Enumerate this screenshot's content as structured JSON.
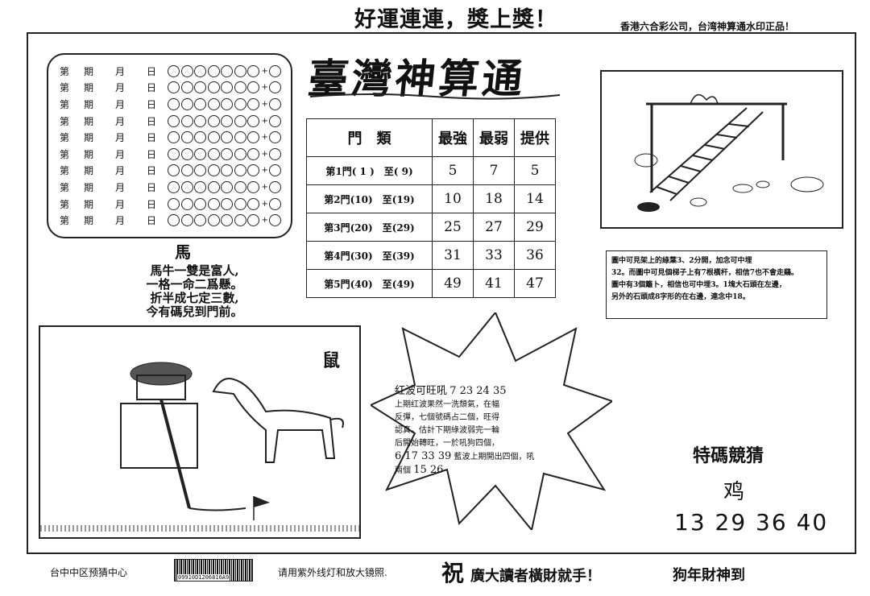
{
  "header": {
    "headline": "好運連連，獎上獎！",
    "note": "香港六合彩公司，台湾神算通水印正品！"
  },
  "title": "臺灣神算通",
  "schedule": {
    "rows": [
      {
        "a": "第",
        "b": "期",
        "c": "月",
        "d": "日"
      },
      {
        "a": "第",
        "b": "期",
        "c": "月",
        "d": "日"
      },
      {
        "a": "第",
        "b": "期",
        "c": "月",
        "d": "日"
      },
      {
        "a": "第",
        "b": "期",
        "c": "月",
        "d": "日"
      },
      {
        "a": "第",
        "b": "期",
        "c": "月",
        "d": "日"
      },
      {
        "a": "第",
        "b": "期",
        "c": "月",
        "d": "日"
      },
      {
        "a": "第",
        "b": "期",
        "c": "月",
        "d": "日"
      },
      {
        "a": "第",
        "b": "期",
        "c": "月",
        "d": "日"
      },
      {
        "a": "第",
        "b": "期",
        "c": "月",
        "d": "日"
      },
      {
        "a": "第",
        "b": "期",
        "c": "月",
        "d": "日"
      }
    ],
    "plus": "+"
  },
  "table": {
    "headers": [
      "門　類",
      "最強",
      "最弱",
      "提供"
    ],
    "rows": [
      {
        "label": "第1門( 1 )　至( 9)",
        "strong": "5",
        "weak": "7",
        "offer": "5"
      },
      {
        "label": "第2門(10)　至(19)",
        "strong": "10",
        "weak": "18",
        "offer": "14"
      },
      {
        "label": "第3門(20)　至(29)",
        "strong": "25",
        "weak": "27",
        "offer": "29"
      },
      {
        "label": "第4門(30)　至(39)",
        "strong": "31",
        "weak": "33",
        "offer": "36"
      },
      {
        "label": "第5門(40)　至(49)",
        "strong": "49",
        "weak": "41",
        "offer": "47"
      }
    ]
  },
  "poem": {
    "title": "馬",
    "lines": [
      "馬牛一雙是富人,",
      "一格一命二爲懸。",
      "折半成七定三數,",
      "今有碼兒到門前。"
    ]
  },
  "note_box": {
    "lines": [
      "圖中可見架上的綠葉3、2分開，加念可中埋",
      "32。而圖中可見個梯子上有7根橫杆，相信7也不會走鷄。",
      "圖中有3個籬卜，相信也可中埋3。1塊大石頭在左邊，",
      "另外的石頭成8字形的在右邊，連念中18。"
    ]
  },
  "rat_label": "鼠",
  "star": {
    "line1_label": "红波可旺吼",
    "line1_nums": "7 23 24 35",
    "body": [
      "上期红波果然一洗頹氣，在幅",
      "反彈，七個號碼占二個，旺得",
      "認真。估計下期綠波弱完一輪",
      "后開始轉旺，一於吼狗四個，"
    ],
    "line_nums2": "6 17 33 39",
    "line_nums2_tail": "藍波上期開出四個，吼",
    "line_last_label": "兩個",
    "line_last_nums": "15 26"
  },
  "guess": {
    "title": "特碼競猜",
    "animal": "鸡",
    "numbers": "13  29  36  40"
  },
  "footer": {
    "left": "台中中区预猜中心",
    "barcode_text": "09910D1206816A9",
    "uv_note": "请用紫外线灯和放大镜照.",
    "slogan_big": "祝",
    "slogan": "廣大讀者橫財就手！",
    "right": "狗年財神到"
  }
}
